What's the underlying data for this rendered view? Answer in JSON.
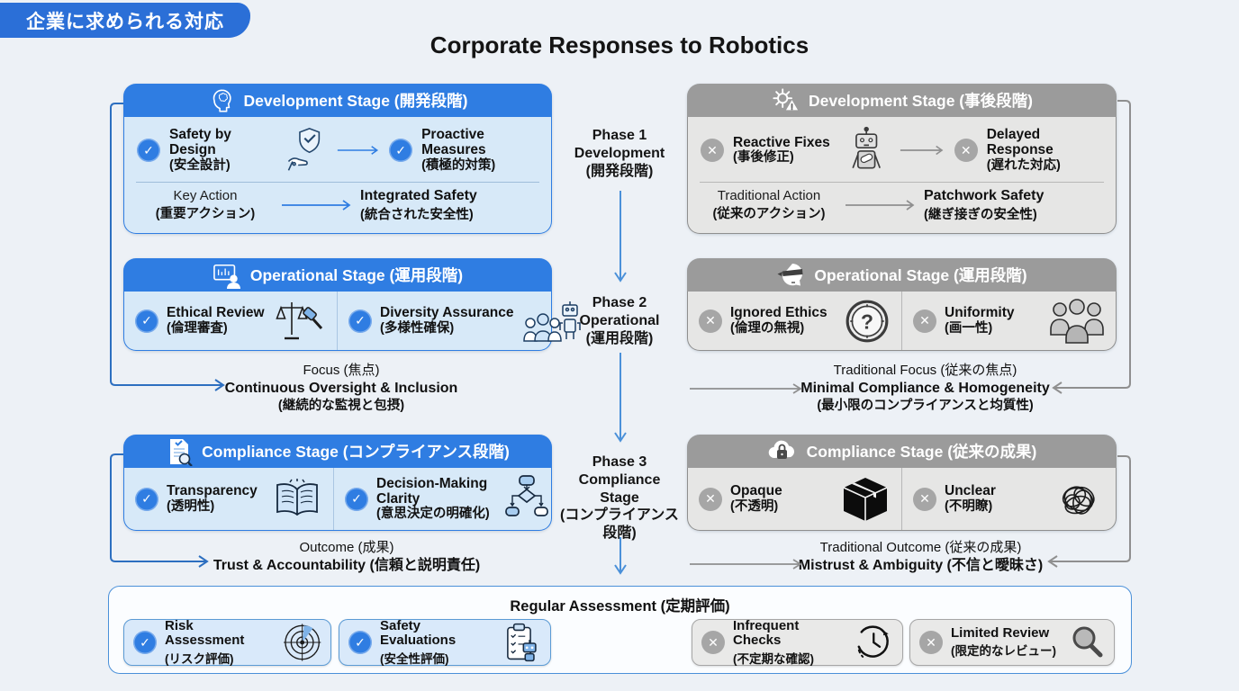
{
  "badge": "企業に求められる対応",
  "title": "Corporate Responses to Robotics",
  "colors": {
    "background": "#edf1f6",
    "blue_header": "#2f7de2",
    "light_blue_body": "#d7e9f8",
    "gray_header": "#9b9b9b",
    "light_gray_body": "#e6e6e5",
    "good_marker": "#2f7de2",
    "bad_marker": "#a6a6a6",
    "badge_blue": "#2b6fd7"
  },
  "phases": [
    {
      "label": "Phase 1\nDevelopment\n(開発段階)"
    },
    {
      "label": "Phase 2\nOperational\n(運用段階)"
    },
    {
      "label": "Phase 3\nCompliance\nStage\n(コンプライアンス\n段階)"
    }
  ],
  "left": {
    "development": {
      "header": "Development Stage (開発段階)",
      "item1_title": "Safety by Design",
      "item1_sub": "(安全設計)",
      "item2_title": "Proactive Measures",
      "item2_sub": "(積極的対策)",
      "footer_label": "Key Action",
      "footer_label_sub": "(重要アクション)",
      "footer_value": "Integrated Safety",
      "footer_value_sub": "(統合された安全性)"
    },
    "operational": {
      "header": "Operational Stage (運用段階)",
      "item1_title": "Ethical Review",
      "item1_sub": "(倫理審査)",
      "item2_title": "Diversity Assurance",
      "item2_sub": "(多様性確保)"
    },
    "focus_label": "Focus (焦点)",
    "focus_value": "Continuous Oversight & Inclusion",
    "focus_value_sub": "(継続的な監視と包摂)",
    "compliance": {
      "header": "Compliance Stage (コンプライアンス段階)",
      "item1_title": "Transparency",
      "item1_sub": "(透明性)",
      "item2_title": "Decision-Making Clarity",
      "item2_sub": "(意思決定の明確化)"
    },
    "outcome_label": "Outcome (成果)",
    "outcome_value": "Trust & Accountability (信頼と説明責任)"
  },
  "right": {
    "development": {
      "header": "Development Stage (事後段階)",
      "item1_title": "Reactive Fixes",
      "item1_sub": "(事後修正)",
      "item2_title": "Delayed Response",
      "item2_sub": "(遅れた対応)",
      "footer_label": "Traditional Action",
      "footer_label_sub": "(従来のアクション)",
      "footer_value": "Patchwork Safety",
      "footer_value_sub": "(継ぎ接ぎの安全性)"
    },
    "operational": {
      "header": "Operational Stage (運用段階)",
      "item1_title": "Ignored Ethics",
      "item1_sub": "(倫理の無視)",
      "item2_title": "Uniformity",
      "item2_sub": "(画一性)"
    },
    "focus_label": "Traditional Focus (従来の焦点)",
    "focus_value": "Minimal Compliance & Homogeneity",
    "focus_value_sub": "(最小限のコンプライアンスと均質性)",
    "compliance": {
      "header": "Compliance Stage (従来の成果)",
      "item1_title": "Opaque",
      "item1_sub": "(不透明)",
      "item2_title": "Unclear",
      "item2_sub": "(不明瞭)"
    },
    "outcome_label": "Traditional Outcome (従来の成果)",
    "outcome_value": "Mistrust & Ambiguity (不信と曖昧さ)"
  },
  "assessment": {
    "title": "Regular Assessment (定期評価)",
    "items": [
      {
        "title": "Risk Assessment",
        "sub": "(リスク評価)",
        "status": "good",
        "icon": "radar-icon"
      },
      {
        "title": "Safety Evaluations",
        "sub": "(安全性評価)",
        "status": "good",
        "icon": "clipboard-robot-icon"
      },
      {
        "title": "Infrequent Checks",
        "sub": "(不定期な確認)",
        "status": "bad",
        "icon": "clock-history-icon"
      },
      {
        "title": "Limited Review",
        "sub": "(限定的なレビュー)",
        "status": "bad",
        "icon": "magnifier-icon"
      }
    ]
  },
  "icons": {
    "left_development_header": "brain-head-icon",
    "left_development_item": "shield-hand-check-icon",
    "left_operational_header": "presentation-person-icon",
    "left_operational_item1": "scales-gavel-icon",
    "left_operational_item2": "people-robot-icon",
    "left_compliance_header": "document-check-magnifier-icon",
    "left_compliance_item1": "open-book-icon",
    "left_compliance_item2": "flowchart-icon",
    "right_development_header": "gear-warning-icon",
    "right_development_item": "robot-bandage-icon",
    "right_operational_header": "blindfolded-head-icon",
    "right_operational_item1": "question-clock-icon",
    "right_operational_item2": "people-group-icon",
    "right_compliance_header": "cloud-lock-icon",
    "right_compliance_item1": "black-box-icon",
    "right_compliance_item2": "tangled-lines-icon",
    "good_marker": "check-icon",
    "bad_marker": "x-icon"
  }
}
